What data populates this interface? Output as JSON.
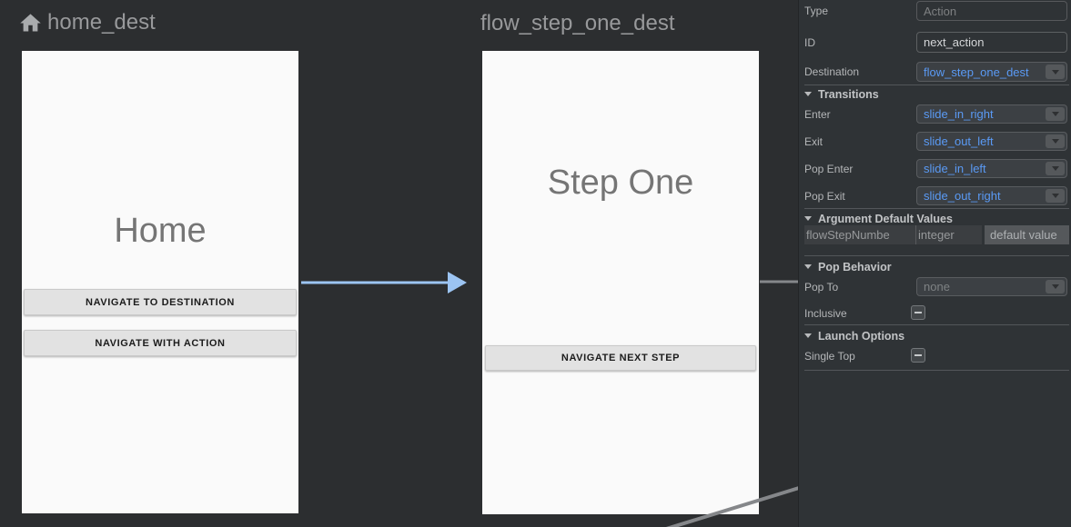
{
  "colors": {
    "canvas_bg": "#2c2e30",
    "panel_bg": "#2f3336",
    "screen_bg": "#fafafa",
    "accent_blue": "#5a9af5",
    "arrow_blue": "#9cc4f2",
    "edge_gray": "#85878a",
    "button_bg": "#e2e2e2"
  },
  "canvas": {
    "destinations": [
      {
        "title": "home_dest",
        "screen_title": "Home",
        "buttons": [
          "NAVIGATE TO DESTINATION",
          "NAVIGATE WITH ACTION"
        ]
      },
      {
        "title": "flow_step_one_dest",
        "screen_title": "Step One",
        "buttons": [
          "NAVIGATE NEXT STEP"
        ]
      }
    ]
  },
  "panel": {
    "type": {
      "label": "Type",
      "placeholder": "Action"
    },
    "id": {
      "label": "ID",
      "value": "next_action"
    },
    "destination": {
      "label": "Destination",
      "value": "flow_step_one_dest"
    },
    "transitions": {
      "title": "Transitions",
      "rows": [
        {
          "label": "Enter",
          "value": "slide_in_right"
        },
        {
          "label": "Exit",
          "value": "slide_out_left"
        },
        {
          "label": "Pop Enter",
          "value": "slide_in_left"
        },
        {
          "label": "Pop Exit",
          "value": "slide_out_right"
        }
      ]
    },
    "argument_defaults": {
      "title": "Argument Default Values",
      "name": "flowStepNumbe",
      "arg_type": "integer",
      "placeholder": "default value"
    },
    "pop_behavior": {
      "title": "Pop Behavior",
      "pop_to_label": "Pop To",
      "pop_to_value": "none",
      "inclusive_label": "Inclusive"
    },
    "launch_options": {
      "title": "Launch Options",
      "single_top_label": "Single Top"
    }
  }
}
